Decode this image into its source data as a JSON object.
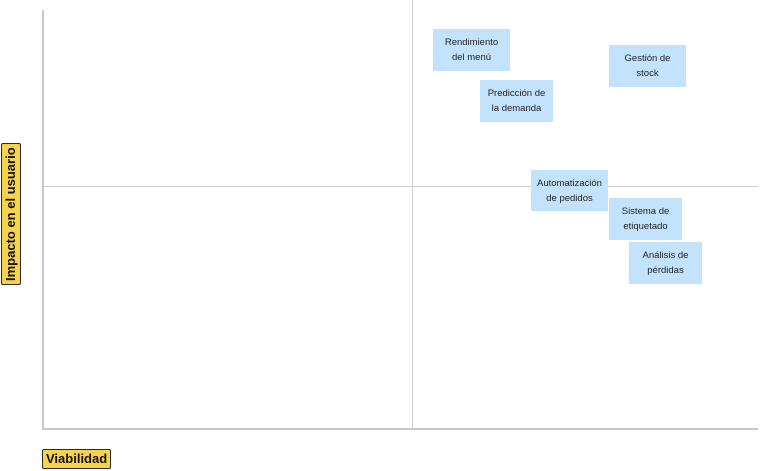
{
  "axes": {
    "x_label": "Viabilidad",
    "y_label": "Impacto en el usuario"
  },
  "notes": [
    {
      "text": "Rendimiento\ndel menú"
    },
    {
      "text": "Gestión de\nstock"
    },
    {
      "text": "Predicción de\nla demanda"
    },
    {
      "text": "Automatización\nde pedidos"
    },
    {
      "text": "Sistema de\netiquetado"
    },
    {
      "text": "Análisis de\npérdidas"
    }
  ],
  "colors": {
    "note_fill": "#c3e3fd",
    "axis_label_fill": "#f7d34a",
    "gridline": "#cfcfcf"
  }
}
